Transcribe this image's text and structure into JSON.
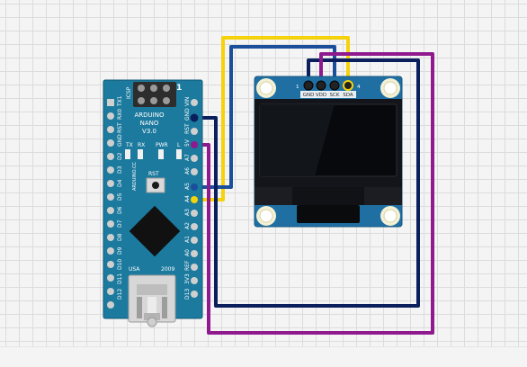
{
  "arduino": {
    "name_line1": "ARDUINO",
    "name_line2": "NANO",
    "name_line3": "V3.0",
    "icsp": "ICSP",
    "pin1": "1",
    "tx": "TX",
    "rx": "RX",
    "pwr": "PWR",
    "l": "L",
    "rst_btn": "RST",
    "brand_vertical": "ARDUINO.CC",
    "usa": "USA",
    "year": "2009",
    "left_pins": [
      "TX1",
      "RX0",
      "RST",
      "GND",
      "D2",
      "D3",
      "D4",
      "D5",
      "D6",
      "D7",
      "D8",
      "D9",
      "D10",
      "D11",
      "D12"
    ],
    "right_pins": [
      "VIN",
      "GND",
      "RST",
      "5V",
      "A7",
      "A6",
      "A5",
      "A4",
      "A3",
      "A2",
      "A1",
      "A0",
      "REF",
      "3V3",
      "D13"
    ]
  },
  "oled": {
    "pin_labels": [
      "GND",
      "VDD",
      "SCK",
      "SDA"
    ],
    "pin_num_first": "1",
    "pin_num_last": "4"
  },
  "wires": {
    "gnd_color": "#0a1f5c",
    "vcc_color": "#8e1a8e",
    "scl_color": "#1b4f9c",
    "sda_color": "#f6d20a"
  },
  "colors": {
    "board": "#1c7a9e",
    "oled_board": "#1f6fa3",
    "screen": "#090c10"
  }
}
